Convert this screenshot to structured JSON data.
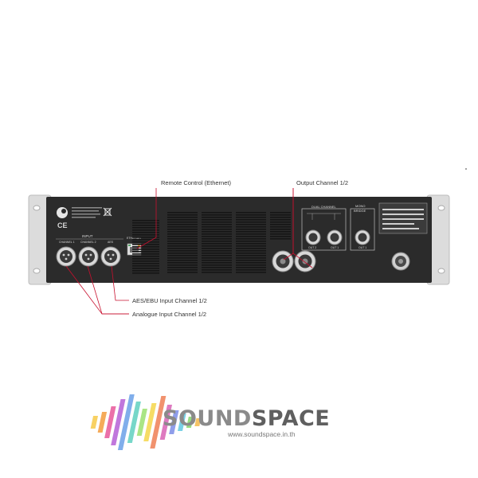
{
  "callouts": {
    "remote_control": "Remote Control (Ethernet)",
    "output_channel": "Output Channel 1/2",
    "aes_input": "AES/EBU Input Channel 1/2",
    "analogue_input": "Analogue Input Channel 1/2"
  },
  "panel": {
    "input_heading": "INPUT",
    "channel_1": "CHANNEL 1",
    "channel_2": "CHANNEL 2",
    "aes": "AES",
    "ethernet": "ETHERNET",
    "dual_channel": "DUAL CHANNEL",
    "mono_bridge_1": "MONO",
    "mono_bridge_2": "BRIDGE",
    "out_2": "OUT 2",
    "out_1": "OUT 1",
    "out_bridge": "OUT 1",
    "ce_mark": "CE"
  },
  "logo": {
    "sound": "SOUND",
    "space": "SPACE",
    "website": "www.soundspace.in.th"
  },
  "colors": {
    "panel": "#2b2b2b",
    "ear": "#d9d9d9",
    "callout_line": "#c8102e",
    "text_light": "#e6e6e6"
  },
  "icons": {
    "brand_mark": "brand-logo-icon",
    "ce": "ce-mark-icon",
    "weee": "weee-bin-icon"
  }
}
